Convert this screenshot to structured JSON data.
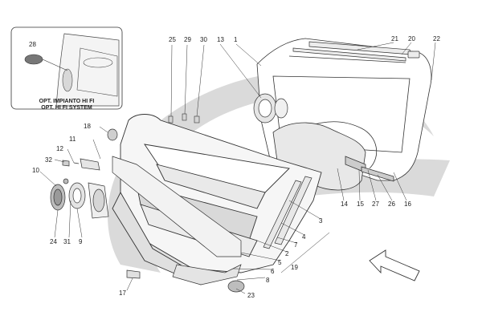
{
  "inset": {
    "caption_line1": "OPT. IMPIANTO HI FI",
    "caption_line2": "OPT. HI FI SYSTEM",
    "callout": "28"
  },
  "callouts": {
    "c1": "1",
    "c2": "2",
    "c3": "3",
    "c4": "4",
    "c5": "5",
    "c6": "6",
    "c7": "7",
    "c8": "8",
    "c9": "9",
    "c10": "10",
    "c11": "11",
    "c12": "12",
    "c13": "13",
    "c14": "14",
    "c15": "15",
    "c16": "16",
    "c17": "17",
    "c18": "18",
    "c19": "19",
    "c20": "20",
    "c21": "21",
    "c22": "22",
    "c23": "23",
    "c24": "24",
    "c25": "25",
    "c26": "26",
    "c27": "27",
    "c29": "29",
    "c30": "30",
    "c31": "31",
    "c32": "32"
  },
  "colors": {
    "watermark": "#d7d7d7",
    "line": "#333333",
    "part_shade": "#e6e6e6"
  }
}
